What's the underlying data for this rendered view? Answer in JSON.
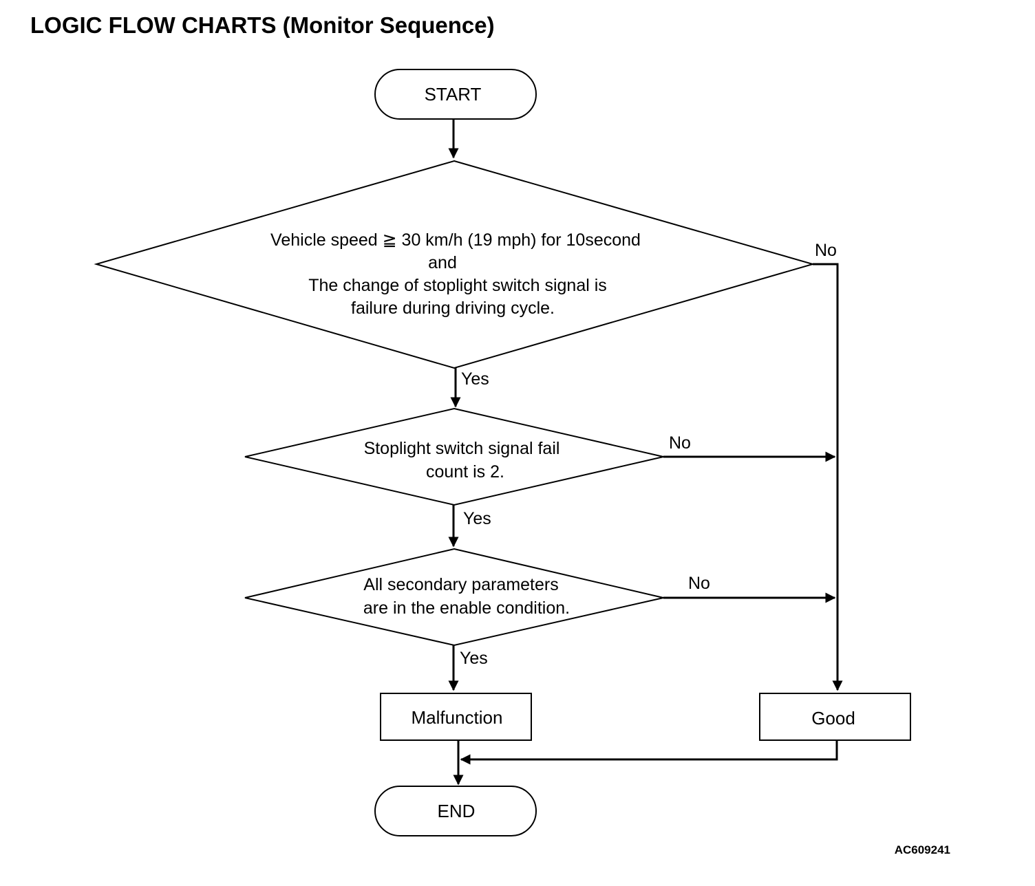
{
  "title": "LOGIC FLOW CHARTS (Monitor Sequence)",
  "nodes": {
    "start": "START",
    "decision1": [
      "Vehicle speed ≧ 30 km/h (19 mph) for 10second",
      "and",
      "The change of stoplight switch signal is",
      "failure during driving cycle."
    ],
    "decision2": [
      "Stoplight switch signal fail",
      "count is 2."
    ],
    "decision3": [
      "All secondary parameters",
      "are in the enable condition."
    ],
    "malfunction": "Malfunction",
    "good": "Good",
    "end": "END"
  },
  "edges": {
    "d1_yes": "Yes",
    "d1_no": "No",
    "d2_yes": "Yes",
    "d2_no": "No",
    "d3_yes": "Yes",
    "d3_no": "No"
  },
  "figure_id": "AC609241"
}
